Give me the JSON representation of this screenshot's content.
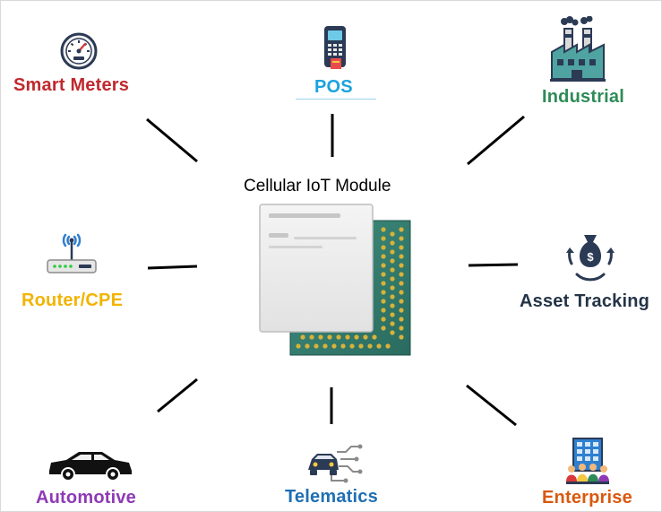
{
  "center": {
    "title": "Cellular IoT Module"
  },
  "applications": {
    "smart_meters": {
      "label": "Smart Meters",
      "color": "#c0282d",
      "icon": "gauge-icon"
    },
    "pos": {
      "label": "POS",
      "color": "#1aa3dd",
      "icon": "pos-terminal-icon"
    },
    "industrial": {
      "label": "Industrial",
      "color": "#2e8b57",
      "icon": "factory-icon"
    },
    "router_cpe": {
      "label": "Router/CPE",
      "color": "#f2b400",
      "icon": "wifi-router-icon"
    },
    "asset_tracking": {
      "label": "Asset Tracking",
      "color": "#243447",
      "icon": "money-bag-cycle-icon"
    },
    "automotive": {
      "label": "Automotive",
      "color": "#8e3ab5",
      "icon": "car-icon"
    },
    "telematics": {
      "label": "Telematics",
      "color": "#1f6fb4",
      "icon": "connected-car-icon"
    },
    "enterprise": {
      "label": "Enterprise",
      "color": "#d9580f",
      "icon": "office-building-icon"
    }
  }
}
